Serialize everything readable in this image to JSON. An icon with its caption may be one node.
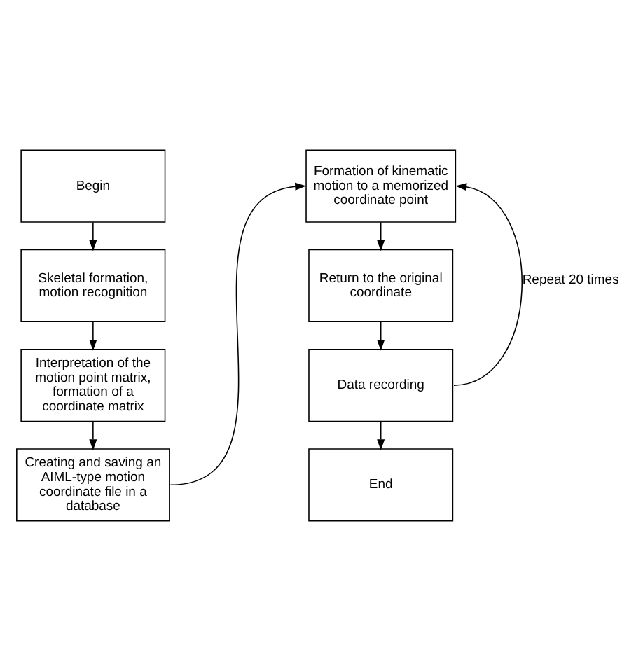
{
  "diagram": {
    "nodes": [
      {
        "text": [
          "Begin"
        ]
      },
      {
        "text": [
          "Skeletal formation, motion recognition"
        ]
      },
      {
        "text": [
          "Interpretation of the motion point matrix, formation of a coordinate matrix"
        ]
      },
      {
        "text": [
          "Creating and saving an AIML-type motion coordinate file in a database"
        ]
      },
      {
        "text": [
          "Formation of kinematic motion to a memorized coordinate point"
        ]
      },
      {
        "text": [
          "Return to the original coordinate"
        ]
      },
      {
        "text": [
          "Data recording"
        ]
      },
      {
        "text": [
          "End"
        ]
      }
    ],
    "edges": [
      {
        "from": 0,
        "to": 1,
        "arrow": "to"
      },
      {
        "from": 1,
        "to": 2,
        "arrow": "to"
      },
      {
        "from": 2,
        "to": 3,
        "arrow": "to"
      },
      {
        "from": 3,
        "to": 4,
        "arrow": "to"
      },
      {
        "from": 4,
        "to": 5,
        "arrow": "to"
      },
      {
        "from": 5,
        "to": 6,
        "arrow": "to"
      },
      {
        "from": 6,
        "to": 7,
        "arrow": "to"
      },
      {
        "from": 6,
        "to": 4,
        "arrow": "to",
        "label": "Repeat 20 times"
      }
    ]
  }
}
